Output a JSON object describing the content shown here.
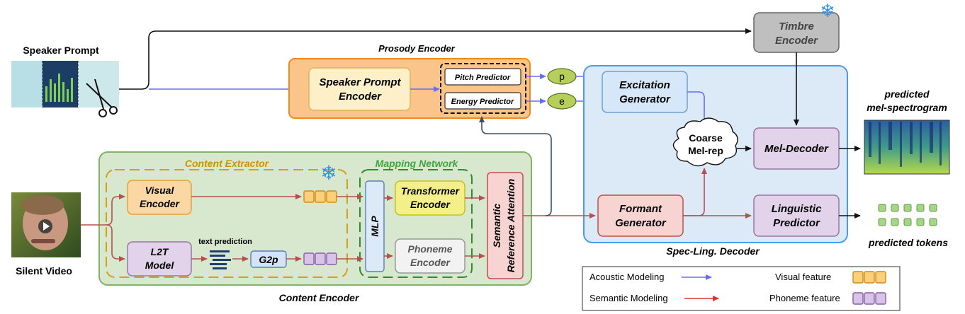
{
  "title_speaker_prompt": "Speaker Prompt",
  "title_silent_video": "Silent Video",
  "timbre": {
    "line1": "Timbre",
    "line2": "Encoder"
  },
  "prosody": {
    "title": "Prosody Encoder",
    "spe_line1": "Speaker Prompt",
    "spe_line2": "Encoder",
    "pitch": "Pitch Predictor",
    "energy": "Energy Predictor",
    "p": "p",
    "e": "e"
  },
  "decoder": {
    "title": "Spec-Ling. Decoder",
    "excitation_line1": "Excitation",
    "excitation_line2": "Generator",
    "coarse_line1": "Coarse",
    "coarse_line2": "Mel-rep",
    "mel_decoder": "Mel-Decoder",
    "formant_line1": "Formant",
    "formant_line2": "Generator",
    "linguistic_line1": "Linguistic",
    "linguistic_line2": "Predictor"
  },
  "outputs": {
    "mel_line1": "predicted",
    "mel_line2": "mel-spectrogram",
    "tokens": "predicted tokens"
  },
  "content": {
    "title": "Content Encoder",
    "extractor_title": "Content Extractor",
    "mapping_title": "Mapping Network",
    "visual_line1": "Visual",
    "visual_line2": "Encoder",
    "l2t_line1": "L2T",
    "l2t_line2": "Model",
    "text_prediction": "text prediction",
    "g2p": "G2p",
    "mlp": "MLP",
    "transformer_line1": "Transformer",
    "transformer_line2": "Encoder",
    "phoneme_line1": "Phoneme",
    "phoneme_line2": "Encoder",
    "sra_line1": "Semantic",
    "sra_line2": "Reference Attention"
  },
  "legend": {
    "acoustic": "Acoustic Modeling",
    "semantic": "Semantic Modeling",
    "visual_feature": "Visual feature",
    "phoneme_feature": "Phoneme feature"
  },
  "colors": {
    "acoustic_arrow": "#6b6bef",
    "semantic_arrow": "#c0504d",
    "orange_box": "#fde0b0",
    "purple_box": "#e8d5ea",
    "blue_box": "#dce9f7",
    "green_panel": "#d8e8cf"
  },
  "icons": [
    "snowflake-icon",
    "scissors-icon",
    "play-icon"
  ]
}
